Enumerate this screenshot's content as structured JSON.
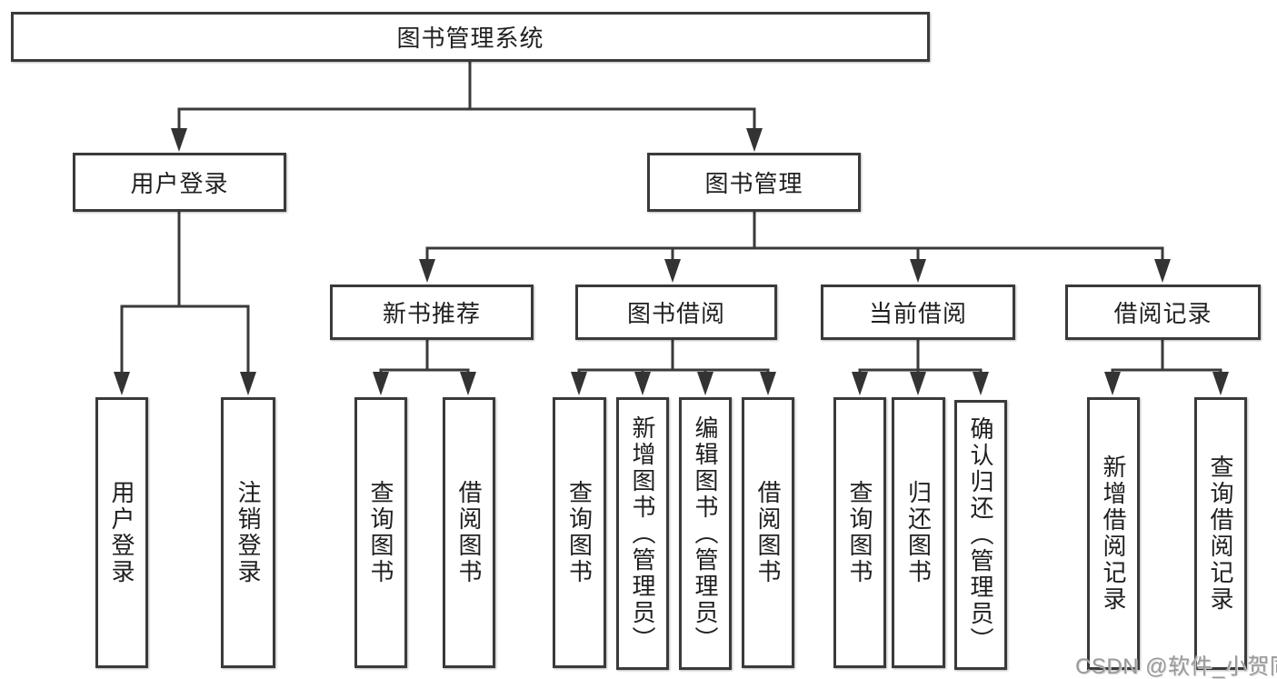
{
  "tree": {
    "root": {
      "label": "图书管理系统",
      "children": [
        {
          "label": "用户登录",
          "children": [
            {
              "label": "用户登录"
            },
            {
              "label": "注销登录"
            }
          ]
        },
        {
          "label": "图书管理",
          "children": [
            {
              "label": "新书推荐",
              "children": [
                {
                  "label": "查询图书"
                },
                {
                  "label": "借阅图书"
                }
              ]
            },
            {
              "label": "图书借阅",
              "children": [
                {
                  "label": "查询图书"
                },
                {
                  "label": "新增图书（管理员）"
                },
                {
                  "label": "编辑图书（管理员）"
                },
                {
                  "label": "借阅图书"
                }
              ]
            },
            {
              "label": "当前借阅",
              "children": [
                {
                  "label": "查询图书"
                },
                {
                  "label": "归还图书"
                },
                {
                  "label": "确认归还（管理员）"
                }
              ]
            },
            {
              "label": "借阅记录",
              "children": [
                {
                  "label": "新增借阅记录"
                },
                {
                  "label": "查询借阅记录"
                }
              ]
            }
          ]
        }
      ]
    }
  },
  "watermark": "CSDN @软件_小贺同学",
  "colors": {
    "line": "#3a3a3a",
    "box_border": "#3a3a3a",
    "text": "#1f1f1f",
    "watermark": "#9a9a9a",
    "background": "#ffffff"
  }
}
